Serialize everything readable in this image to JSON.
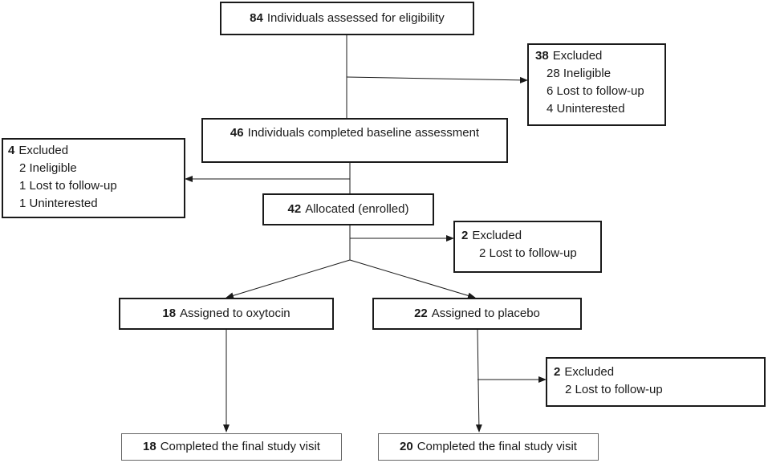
{
  "boxes": {
    "assessed": {
      "count": "84",
      "label": "Individuals assessed for eligibility"
    },
    "excluded_1": {
      "count": "38",
      "label": "Excluded",
      "details": [
        "28 Ineligible",
        "6 Lost to follow-up",
        "4 Uninterested"
      ]
    },
    "baseline": {
      "count": "46",
      "label": "Individuals completed baseline assessment"
    },
    "excluded_2": {
      "count": "4",
      "label": "Excluded",
      "details": [
        "2 Ineligible",
        "1 Lost to follow-up",
        "1 Uninterested"
      ]
    },
    "allocated": {
      "count": "42",
      "label": "Allocated (enrolled)"
    },
    "excluded_3": {
      "count": "2",
      "label": "Excluded",
      "details": [
        "2 Lost to follow-up"
      ]
    },
    "oxytocin": {
      "count": "18",
      "label": "Assigned to oxytocin"
    },
    "placebo": {
      "count": "22",
      "label": "Assigned to placebo"
    },
    "excluded_4": {
      "count": "2",
      "label": "Excluded",
      "details": [
        "2 Lost to follow-up"
      ]
    },
    "completed_oxytocin": {
      "count": "18",
      "label": "Completed the final study visit"
    },
    "completed_placebo": {
      "count": "20",
      "label": "Completed the final study visit"
    }
  }
}
